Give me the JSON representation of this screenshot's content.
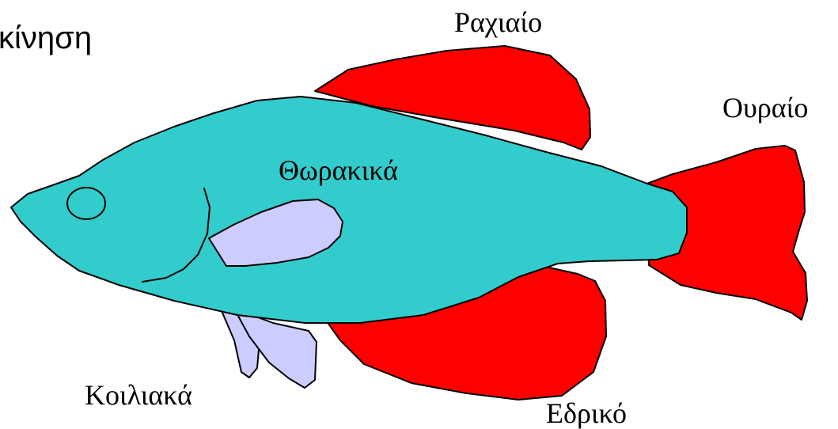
{
  "title": "κίνηση",
  "labels": {
    "dorsal_fin": "Ραχιαίο",
    "caudal_fin": "Ουραίο",
    "pectoral_fins": "Θωρακικά",
    "pelvic_fins": "Κοιλιακά",
    "anal_fin": "Εδρικό"
  },
  "colors": {
    "body": "#33CCCC",
    "fins_red": "#FF0000",
    "fins_lavender": "#CCCCFF",
    "outline": "#000000",
    "background": "#FFFFFF",
    "text": "#000000"
  }
}
